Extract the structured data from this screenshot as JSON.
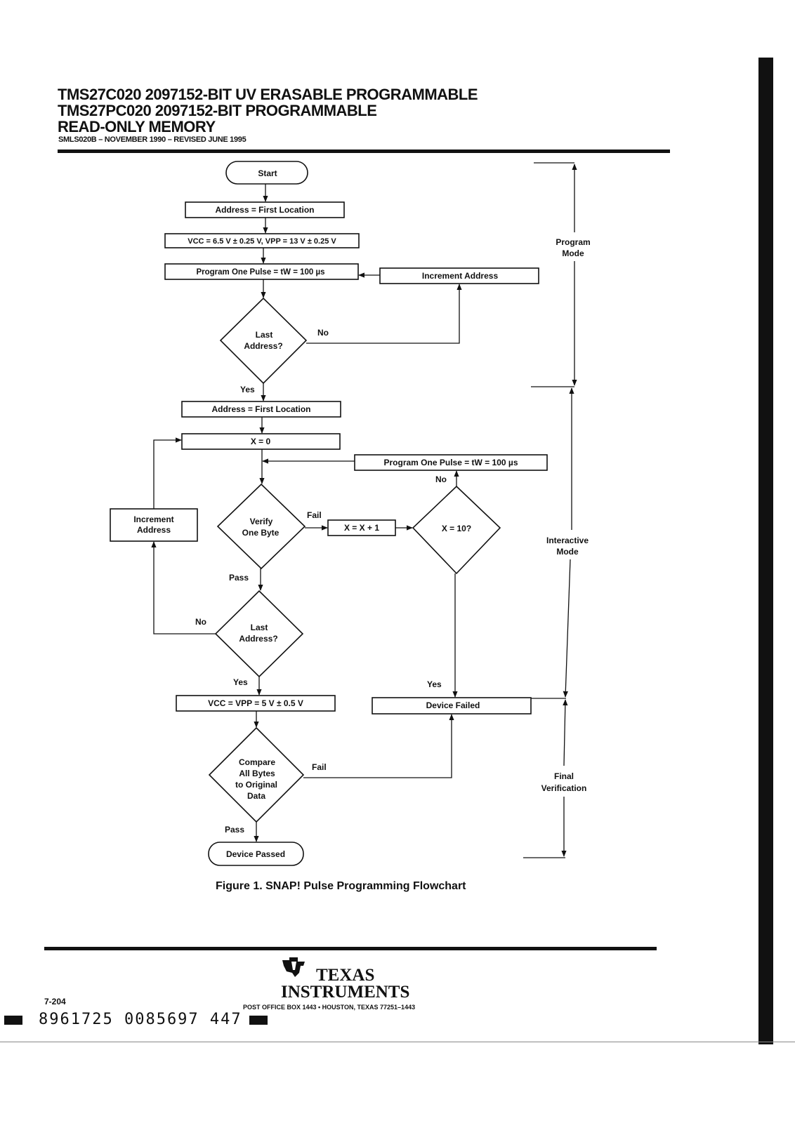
{
  "header": {
    "title_lines": [
      "TMS27C020 2097152-BIT UV ERASABLE PROGRAMMABLE",
      "TMS27PC020 2097152-BIT PROGRAMMABLE",
      "READ-ONLY MEMORY"
    ],
    "doc_id": "SMLS020B – NOVEMBER 1990 – REVISED JUNE 1995"
  },
  "flowchart": {
    "start": "Start",
    "addr_first_1": "Address = First Location",
    "vcc_vpp_prog": "VCC = 6.5 V ± 0.25 V, VPP = 13 V ± 0.25 V",
    "program_pulse_1": "Program One Pulse = tW = 100 µs",
    "increment_address_1": "Increment Address",
    "last_address_1": [
      "Last",
      "Address?"
    ],
    "no_1": "No",
    "yes_1": "Yes",
    "addr_first_2": "Address = First Location",
    "x_zero": "X = 0",
    "program_pulse_2": "Program One Pulse = tW = 100 µs",
    "no_2": "No",
    "increment_address_2": [
      "Increment",
      "Address"
    ],
    "verify_one_byte": [
      "Verify",
      "One Byte"
    ],
    "fail_1": "Fail",
    "x_inc": "X = X + 1",
    "x_ten": "X = 10?",
    "pass_1": "Pass",
    "no_3": "No",
    "last_address_2": [
      "Last",
      "Address?"
    ],
    "yes_2": "Yes",
    "yes_3": "Yes",
    "vcc_vpp_verify": "VCC = VPP = 5 V ± 0.5 V",
    "device_failed": "Device Failed",
    "compare": [
      "Compare",
      "All Bytes",
      "to Original",
      "Data"
    ],
    "fail_2": "Fail",
    "pass_2": "Pass",
    "device_passed": "Device Passed"
  },
  "phases": {
    "program_mode": [
      "Program",
      "Mode"
    ],
    "interactive_mode": [
      "Interactive",
      "Mode"
    ],
    "final_verification": [
      "Final",
      "Verification"
    ]
  },
  "figure_caption": "Figure 1. SNAP! Pulse Programming Flowchart",
  "footer": {
    "page_number": "7-204",
    "company_line1": "TEXAS",
    "company_line2": "INSTRUMENTS",
    "address": "POST OFFICE BOX 1443 • HOUSTON, TEXAS 77251–1443",
    "barcode_number": "8961725 0085697 447"
  }
}
